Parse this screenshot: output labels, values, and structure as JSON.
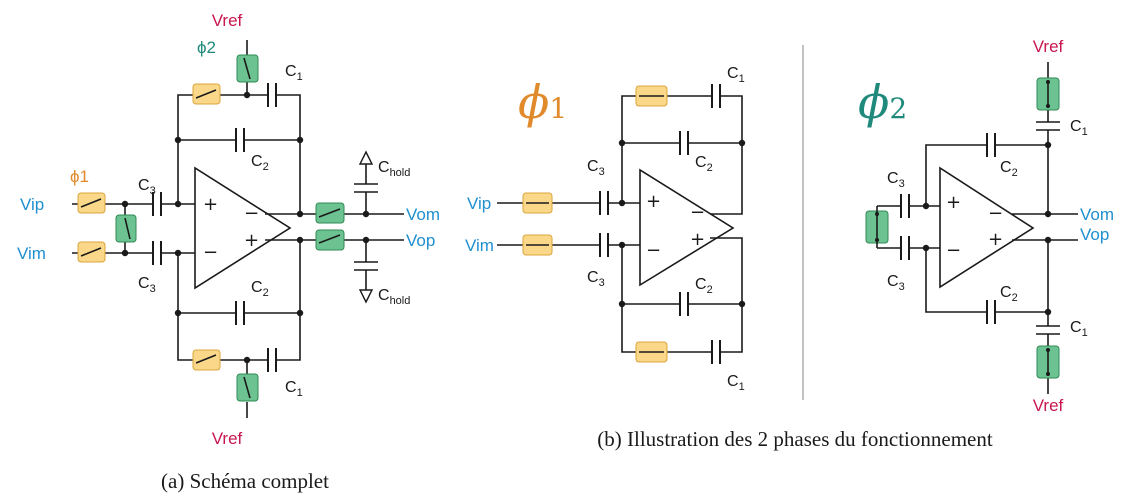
{
  "colors": {
    "signal": "#1f8fd0",
    "vref": "#c8174f",
    "phi1": "#e08a2c",
    "phi2": "#1f8a7c",
    "switch_phi1_fill": "#fbd889",
    "switch_phi2_fill": "#6cc290"
  },
  "labels": {
    "vref": "Vref",
    "vip": "Vip",
    "vim": "Vim",
    "vom": "Vom",
    "vop": "Vop",
    "c": "C",
    "sub1": "1",
    "sub2": "2",
    "sub3": "3",
    "subhold": "hold",
    "plus": "+",
    "minus": "−"
  },
  "phases": {
    "phi1_text": "ϕ1",
    "phi2_text": "ϕ2",
    "phi1_symbol": "ϕ",
    "phi2_symbol": "ϕ",
    "phi1_index": "1",
    "phi2_index": "2"
  },
  "captions": {
    "a": "(a) Schéma complet",
    "b": "(b) Illustration des 2 phases du fonctionnement"
  }
}
